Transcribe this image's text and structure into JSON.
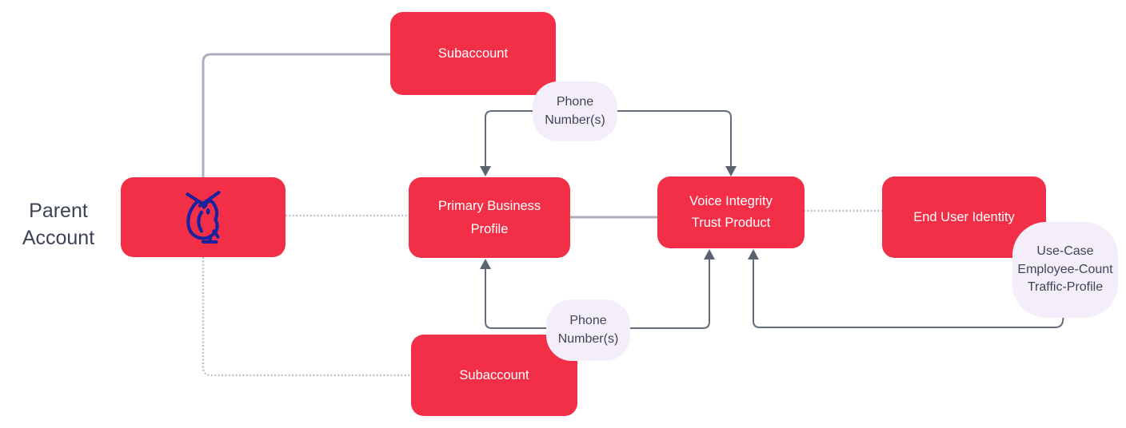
{
  "colors": {
    "node_red": "#F22F46",
    "node_text": "#FFFFFF",
    "bubble_lavender": "#F3EEF9",
    "bubble_text": "#40445A",
    "connector_gray": "#ACB0BE",
    "connector_dotted": "#BDC1CD",
    "arrow_gray": "#646B7A",
    "arrow_head": "#5C6370",
    "owl_navy": "#1A22A0",
    "label_text": "#3C4353"
  },
  "diagram": {
    "parent_label": "Parent Account",
    "icons": {
      "parent": "owl-icon"
    },
    "nodes": {
      "subaccount_top": "Subaccount",
      "primary_business_profile": "Primary Business Profile",
      "voice_integrity_trust_product": "Voice Integrity Trust Product",
      "end_user_identity": "End User Identity",
      "subaccount_bottom": "Subaccount"
    },
    "bubbles": {
      "phone_numbers_top": "Phone Number(s)",
      "phone_numbers_bottom": "Phone Number(s)",
      "use_case": {
        "line1": "Use-Case",
        "line2": "Employee-Count",
        "line3": "Traffic-Profile"
      }
    }
  }
}
